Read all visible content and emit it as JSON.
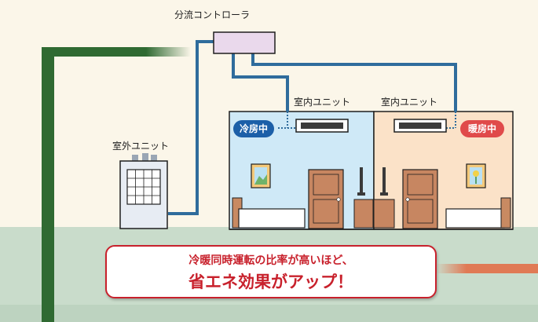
{
  "labels": {
    "controller": "分流コントローラ",
    "outdoor_unit": "室外ユニット",
    "indoor_unit_left": "室内ユニット",
    "indoor_unit_right": "室内ユニット"
  },
  "badges": {
    "cooling": "冷房中",
    "heating": "暖房中"
  },
  "callout": {
    "line1": "冷暖同時運転の比率が高いほど、",
    "line2": "省エネ効果がアップ！"
  },
  "colors": {
    "cool_room": "#cfe9f7",
    "warm_room": "#fbe2c8",
    "ground": "#c9dccb",
    "pipe": "#2f6c9c",
    "accent_red": "#c8212c",
    "badge_blue": "#1c5fa8",
    "badge_red": "#e04a4a",
    "pillar_green": "#2f6a32"
  }
}
